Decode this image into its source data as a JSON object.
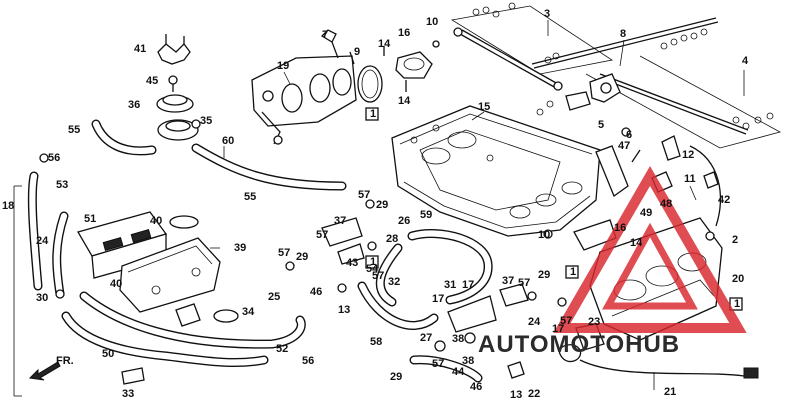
{
  "callouts": [
    {
      "id": "c1",
      "text": "1"
    },
    {
      "id": "c1b",
      "text": "1"
    },
    {
      "id": "c1c",
      "text": "1"
    },
    {
      "id": "c1d",
      "text": "1"
    },
    {
      "id": "c2",
      "text": "2"
    },
    {
      "id": "c3",
      "text": "3"
    },
    {
      "id": "c4",
      "text": "4"
    },
    {
      "id": "c5",
      "text": "5"
    },
    {
      "id": "c6",
      "text": "6"
    },
    {
      "id": "c7",
      "text": "7"
    },
    {
      "id": "c8",
      "text": "8"
    },
    {
      "id": "c9",
      "text": "9"
    },
    {
      "id": "c10",
      "text": "10"
    },
    {
      "id": "c10b",
      "text": "10"
    },
    {
      "id": "c11",
      "text": "11"
    },
    {
      "id": "c12",
      "text": "12"
    },
    {
      "id": "c13",
      "text": "13"
    },
    {
      "id": "c13b",
      "text": "13"
    },
    {
      "id": "c14",
      "text": "14"
    },
    {
      "id": "c14b",
      "text": "14"
    },
    {
      "id": "c14c",
      "text": "14"
    },
    {
      "id": "c15",
      "text": "15"
    },
    {
      "id": "c16",
      "text": "16"
    },
    {
      "id": "c16b",
      "text": "16"
    },
    {
      "id": "c17",
      "text": "17"
    },
    {
      "id": "c17b",
      "text": "17"
    },
    {
      "id": "c17c",
      "text": "17"
    },
    {
      "id": "c18",
      "text": "18"
    },
    {
      "id": "c19",
      "text": "19"
    },
    {
      "id": "c20",
      "text": "20"
    },
    {
      "id": "c21",
      "text": "21"
    },
    {
      "id": "c22",
      "text": "22"
    },
    {
      "id": "c23",
      "text": "23"
    },
    {
      "id": "c24",
      "text": "24"
    },
    {
      "id": "c24b",
      "text": "24"
    },
    {
      "id": "c25",
      "text": "25"
    },
    {
      "id": "c26",
      "text": "26"
    },
    {
      "id": "c27",
      "text": "27"
    },
    {
      "id": "c28",
      "text": "28"
    },
    {
      "id": "c29",
      "text": "29"
    },
    {
      "id": "c29b",
      "text": "29"
    },
    {
      "id": "c29c",
      "text": "29"
    },
    {
      "id": "c29d",
      "text": "29"
    },
    {
      "id": "c30",
      "text": "30"
    },
    {
      "id": "c31",
      "text": "31"
    },
    {
      "id": "c32",
      "text": "32"
    },
    {
      "id": "c33",
      "text": "33"
    },
    {
      "id": "c34",
      "text": "34"
    },
    {
      "id": "c35",
      "text": "35"
    },
    {
      "id": "c36",
      "text": "36"
    },
    {
      "id": "c37",
      "text": "37"
    },
    {
      "id": "c37b",
      "text": "37"
    },
    {
      "id": "c38",
      "text": "38"
    },
    {
      "id": "c38b",
      "text": "38"
    },
    {
      "id": "c39",
      "text": "39"
    },
    {
      "id": "c40",
      "text": "40"
    },
    {
      "id": "c40b",
      "text": "40"
    },
    {
      "id": "c41",
      "text": "41"
    },
    {
      "id": "c42",
      "text": "42"
    },
    {
      "id": "c43",
      "text": "43"
    },
    {
      "id": "c44",
      "text": "44"
    },
    {
      "id": "c45",
      "text": "45"
    },
    {
      "id": "c46",
      "text": "46"
    },
    {
      "id": "c46b",
      "text": "46"
    },
    {
      "id": "c47",
      "text": "47"
    },
    {
      "id": "c48",
      "text": "48"
    },
    {
      "id": "c49",
      "text": "49"
    },
    {
      "id": "c50",
      "text": "50"
    },
    {
      "id": "c51",
      "text": "51"
    },
    {
      "id": "c52",
      "text": "52"
    },
    {
      "id": "c53",
      "text": "53"
    },
    {
      "id": "c54",
      "text": "54"
    },
    {
      "id": "c55",
      "text": "55"
    },
    {
      "id": "c55b",
      "text": "55"
    },
    {
      "id": "c56",
      "text": "56"
    },
    {
      "id": "c56b",
      "text": "56"
    },
    {
      "id": "c57",
      "text": "57"
    },
    {
      "id": "c57b",
      "text": "57"
    },
    {
      "id": "c57c",
      "text": "57"
    },
    {
      "id": "c57d",
      "text": "57"
    },
    {
      "id": "c57e",
      "text": "57"
    },
    {
      "id": "c57f",
      "text": "57"
    },
    {
      "id": "c57g",
      "text": "57"
    },
    {
      "id": "c58",
      "text": "58"
    },
    {
      "id": "c59",
      "text": "59"
    },
    {
      "id": "c60",
      "text": "60"
    }
  ],
  "direction_arrow": {
    "text": "FR.",
    "icon": "front-arrow-icon"
  },
  "watermark": {
    "text": "AUTOMOTOHUB",
    "triangle_color": "#d9262c",
    "text_color": "#2b2b2b"
  }
}
